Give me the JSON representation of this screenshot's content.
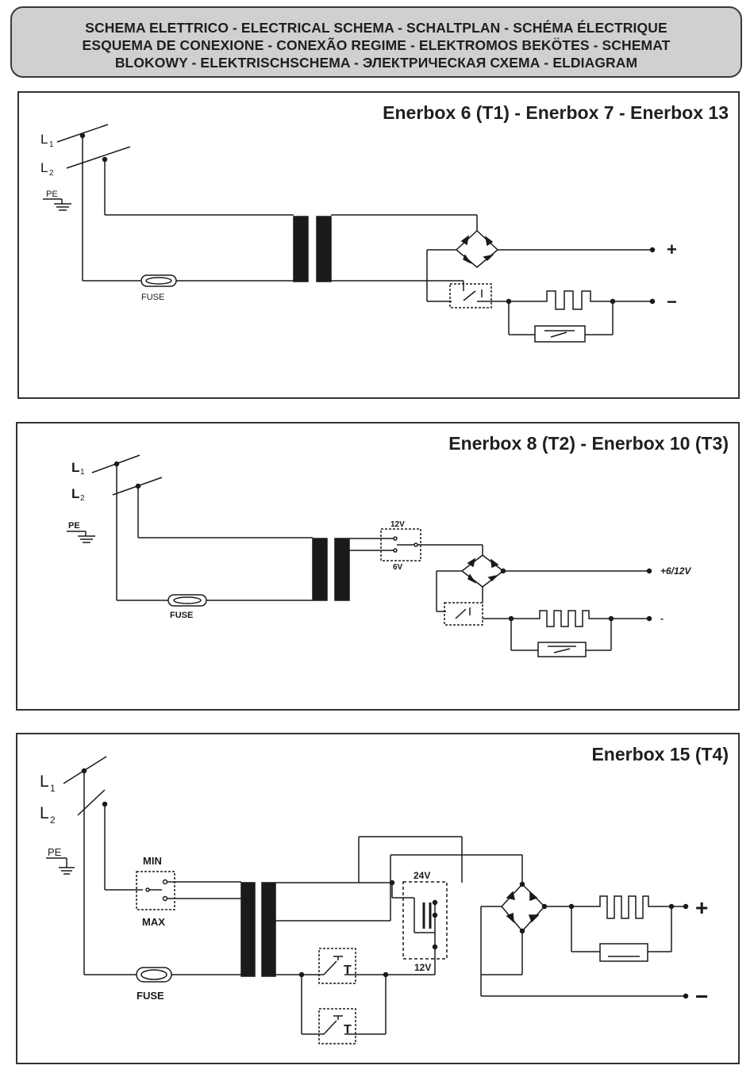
{
  "header": {
    "lines": [
      "SCHEMA ELETTRICO - ELECTRICAL SCHEMA - SCHALTPLAN - SCHÉMA ÉLECTRIQUE",
      "ESQUEMA DE CONEXIONE - CONEXÃO REGIME - ELEKTROMOS BEKÖTES - SCHEMAT",
      "BLOKOWY - ELEKTRISCHSCHEMA - ЭЛЕКТРИЧЕСКАЯ СХЕМА - ELDIAGRAM"
    ]
  },
  "panels": [
    {
      "title": "Enerbox 6 (T1) - Enerbox 7 - Enerbox 13",
      "labels": {
        "l1": "L",
        "l1_sub": "1",
        "l2": "L",
        "l2_sub": "2",
        "pe": "PE",
        "fuse": "FUSE",
        "plus": "+",
        "minus": "−"
      }
    },
    {
      "title": "Enerbox 8 (T2) - Enerbox 10 (T3)",
      "labels": {
        "l1": "L",
        "l1_sub": "1",
        "l2": "L",
        "l2_sub": "2",
        "pe": "PE",
        "fuse": "FUSE",
        "v12": "12V",
        "v6": "6V",
        "plus": "+6/12V",
        "minus": "-"
      }
    },
    {
      "title": "Enerbox 15 (T4)",
      "labels": {
        "l1": "L",
        "l1_sub": "1",
        "l2": "L",
        "l2_sub": "2",
        "pe": "PE",
        "fuse": "FUSE",
        "min": "MIN",
        "max": "MAX",
        "v24": "24V",
        "v12": "12V",
        "t1": "T",
        "t2": "T",
        "plus": "+",
        "minus": "−"
      }
    }
  ]
}
